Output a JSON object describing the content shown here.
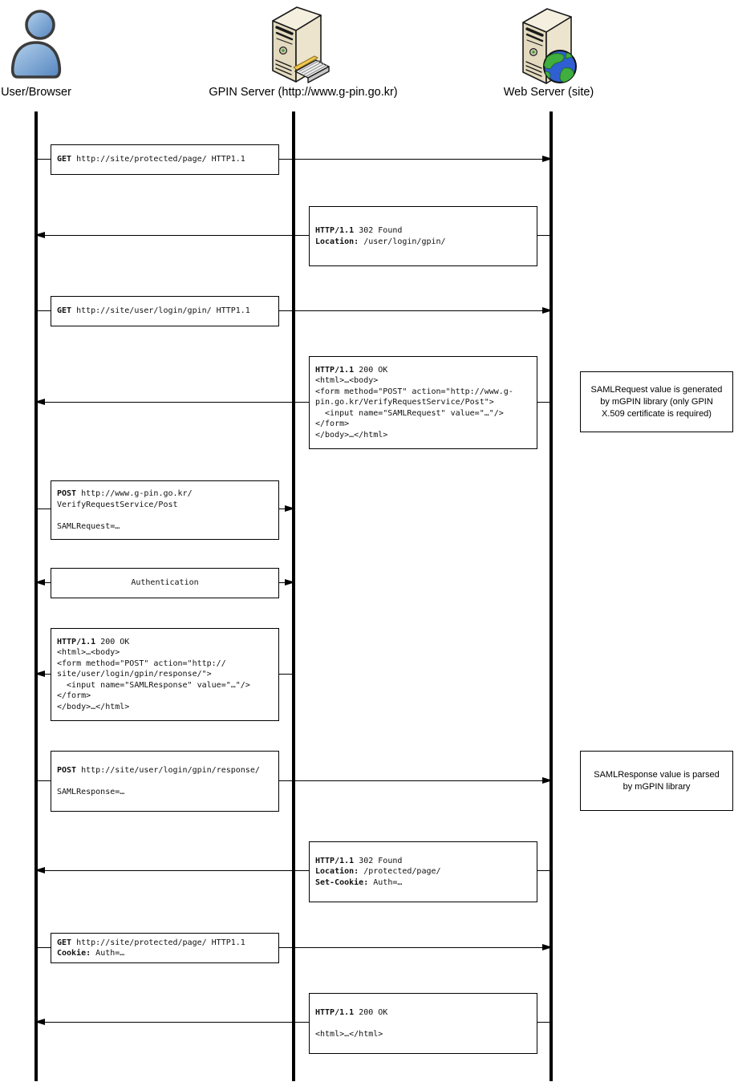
{
  "diagram": {
    "type": "sequence",
    "actors": [
      {
        "id": "user",
        "label": "User/Browser",
        "icon": "user-icon"
      },
      {
        "id": "gpin",
        "label": "GPIN Server (http://www.g-pin.go.kr)",
        "icon": "gpin-server-icon"
      },
      {
        "id": "web",
        "label": "Web Server (site)",
        "icon": "web-server-globe-icon"
      }
    ],
    "messages": {
      "m1": {
        "from": "User/Browser",
        "to": "Web Server (site)",
        "lines": [
          {
            "bold": "GET",
            "rest": " http://site/protected/page/ HTTP1.1"
          }
        ]
      },
      "m2": {
        "from": "Web Server (site)",
        "to": "User/Browser",
        "lines": [
          {
            "bold": "HTTP/1.1",
            "rest": " 302 Found"
          },
          {
            "bold": "Location:",
            "rest": " /user/login/gpin/"
          }
        ]
      },
      "m3": {
        "from": "User/Browser",
        "to": "Web Server (site)",
        "lines": [
          {
            "bold": "GET",
            "rest": " http://site/user/login/gpin/ HTTP1.1"
          }
        ]
      },
      "m4": {
        "from": "Web Server (site)",
        "to": "User/Browser",
        "lines": [
          {
            "bold": "HTTP/1.1",
            "rest": " 200 OK"
          },
          {
            "bold": "",
            "rest": "<html>…<body>"
          },
          {
            "bold": "",
            "rest": "<form method=\"POST\" action=\"http://www.g-"
          },
          {
            "bold": "",
            "rest": "pin.go.kr/VerifyRequestService/Post\">"
          },
          {
            "bold": "",
            "rest": "  <input name=\"SAMLRequest\" value=\"…\"/>"
          },
          {
            "bold": "",
            "rest": "</form>"
          },
          {
            "bold": "",
            "rest": "</body>…</html>"
          }
        ]
      },
      "m5": {
        "from": "User/Browser",
        "to": "GPIN Server (http://www.g-pin.go.kr)",
        "lines": [
          {
            "bold": "POST",
            "rest": " http://www.g-pin.go.kr/"
          },
          {
            "bold": "",
            "rest": "VerifyRequestService/Post"
          },
          {
            "bold": "",
            "rest": ""
          },
          {
            "bold": "",
            "rest": "SAMLRequest=…"
          }
        ]
      },
      "m6": {
        "from": "User/Browser",
        "to": "GPIN Server (http://www.g-pin.go.kr)",
        "bidirectional": true,
        "lines": [
          {
            "bold": "",
            "rest": "Authentication"
          }
        ]
      },
      "m7": {
        "from": "GPIN Server (http://www.g-pin.go.kr)",
        "to": "User/Browser",
        "lines": [
          {
            "bold": "HTTP/1.1",
            "rest": " 200 OK"
          },
          {
            "bold": "",
            "rest": "<html>…<body>"
          },
          {
            "bold": "",
            "rest": "<form method=\"POST\" action=\"http://"
          },
          {
            "bold": "",
            "rest": "site/user/login/gpin/response/\">"
          },
          {
            "bold": "",
            "rest": "  <input name=\"SAMLResponse\" value=\"…\"/>"
          },
          {
            "bold": "",
            "rest": "</form>"
          },
          {
            "bold": "",
            "rest": "</body>…</html>"
          }
        ]
      },
      "m8": {
        "from": "User/Browser",
        "to": "Web Server (site)",
        "lines": [
          {
            "bold": "POST",
            "rest": " http://site/user/login/gpin/response/"
          },
          {
            "bold": "",
            "rest": ""
          },
          {
            "bold": "",
            "rest": "SAMLResponse=…"
          }
        ]
      },
      "m9": {
        "from": "Web Server (site)",
        "to": "User/Browser",
        "lines": [
          {
            "bold": "HTTP/1.1",
            "rest": " 302 Found"
          },
          {
            "bold": "Location:",
            "rest": " /protected/page/"
          },
          {
            "bold": "Set-Cookie:",
            "rest": " Auth=…"
          }
        ]
      },
      "m10": {
        "from": "User/Browser",
        "to": "Web Server (site)",
        "lines": [
          {
            "bold": "GET",
            "rest": " http://site/protected/page/ HTTP1.1"
          },
          {
            "bold": "Cookie:",
            "rest": " Auth=…"
          }
        ]
      },
      "m11": {
        "from": "Web Server (site)",
        "to": "User/Browser",
        "lines": [
          {
            "bold": "HTTP/1.1",
            "rest": " 200 OK"
          },
          {
            "bold": "",
            "rest": ""
          },
          {
            "bold": "",
            "rest": "<html>…</html>"
          }
        ]
      }
    },
    "notes": {
      "n1": {
        "text": "SAMLRequest value is generated by mGPIN library (only GPIN X.509 certificate is required)"
      },
      "n2": {
        "text": "SAMLResponse value is parsed by mGPIN library"
      }
    },
    "colors": {
      "line": "#000000",
      "box_border": "#000000",
      "box_background": "#ffffff",
      "person_blue": "#6fa0d6",
      "server_beige": "#ebe3cc",
      "globe_blue": "#2f5fd0",
      "globe_green": "#3fae3f",
      "pencil_yellow": "#f2c84b"
    }
  }
}
